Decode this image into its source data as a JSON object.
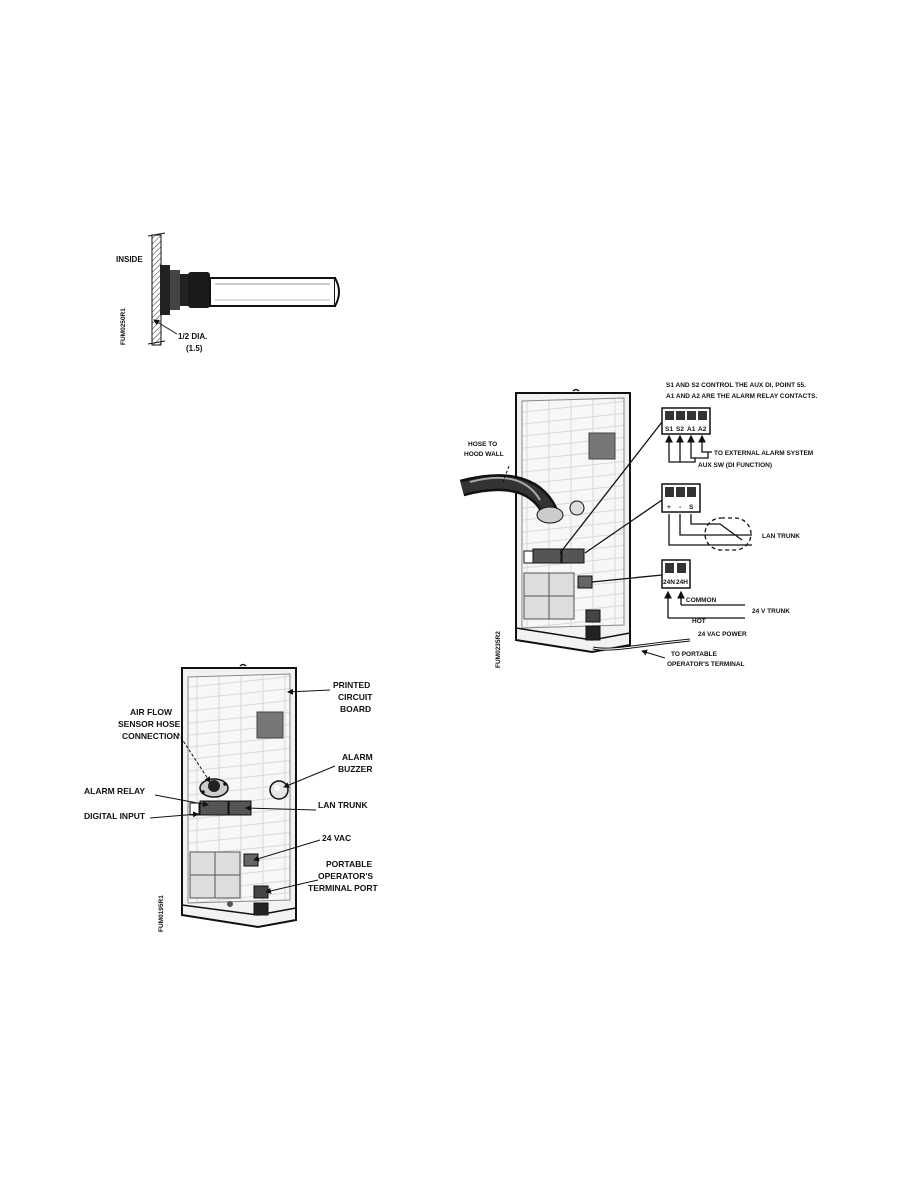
{
  "fig1": {
    "inside_label": "INSIDE",
    "dia_label": "1/2 DIA.",
    "dia_metric": "(1.5)",
    "code": "FUM0250R1"
  },
  "fig2": {
    "labels": {
      "air_flow_1": "AIR FLOW",
      "air_flow_2": "SENSOR HOSE",
      "air_flow_3": "CONNECTION",
      "pcb_1": "PRINTED",
      "pcb_2": "CIRCUIT",
      "pcb_3": "BOARD",
      "buzzer_1": "ALARM",
      "buzzer_2": "BUZZER",
      "alarm_relay": "ALARM  RELAY",
      "digital_input": "DIGITAL INPUT",
      "lan_trunk": "LAN TRUNK",
      "vac": "24 VAC",
      "port_1": "PORTABLE",
      "port_2": "OPERATOR'S",
      "port_3": "TERMINAL PORT"
    },
    "code": "FUM0195R1"
  },
  "fig3": {
    "note_1": "S1 AND S2 CONTROL THE AUX DI, POINT 55.",
    "note_2": "A1 AND A2 ARE THE ALARM RELAY CONTACTS.",
    "hose_1": "HOSE TO",
    "hose_2": "HOOD WALL",
    "terminals": [
      "S1",
      "S2",
      "A1",
      "A2"
    ],
    "ext_alarm": "TO EXTERNAL ALARM SYSTEM",
    "aux_sw": "AUX SW (DI FUNCTION)",
    "lan_trunk": "LAN TRUNK",
    "lan_plus": "+",
    "lan_minus": "-",
    "lan_s": "S",
    "pwr_terms": [
      "24N",
      "24H"
    ],
    "common": "COMMON",
    "trunk_24v": "24 V TRUNK",
    "hot": "HOT",
    "vac_power": "24 VAC POWER",
    "pot_1": "TO PORTABLE",
    "pot_2": "OPERATOR'S TERMINAL",
    "code": "FUM0235R2"
  }
}
